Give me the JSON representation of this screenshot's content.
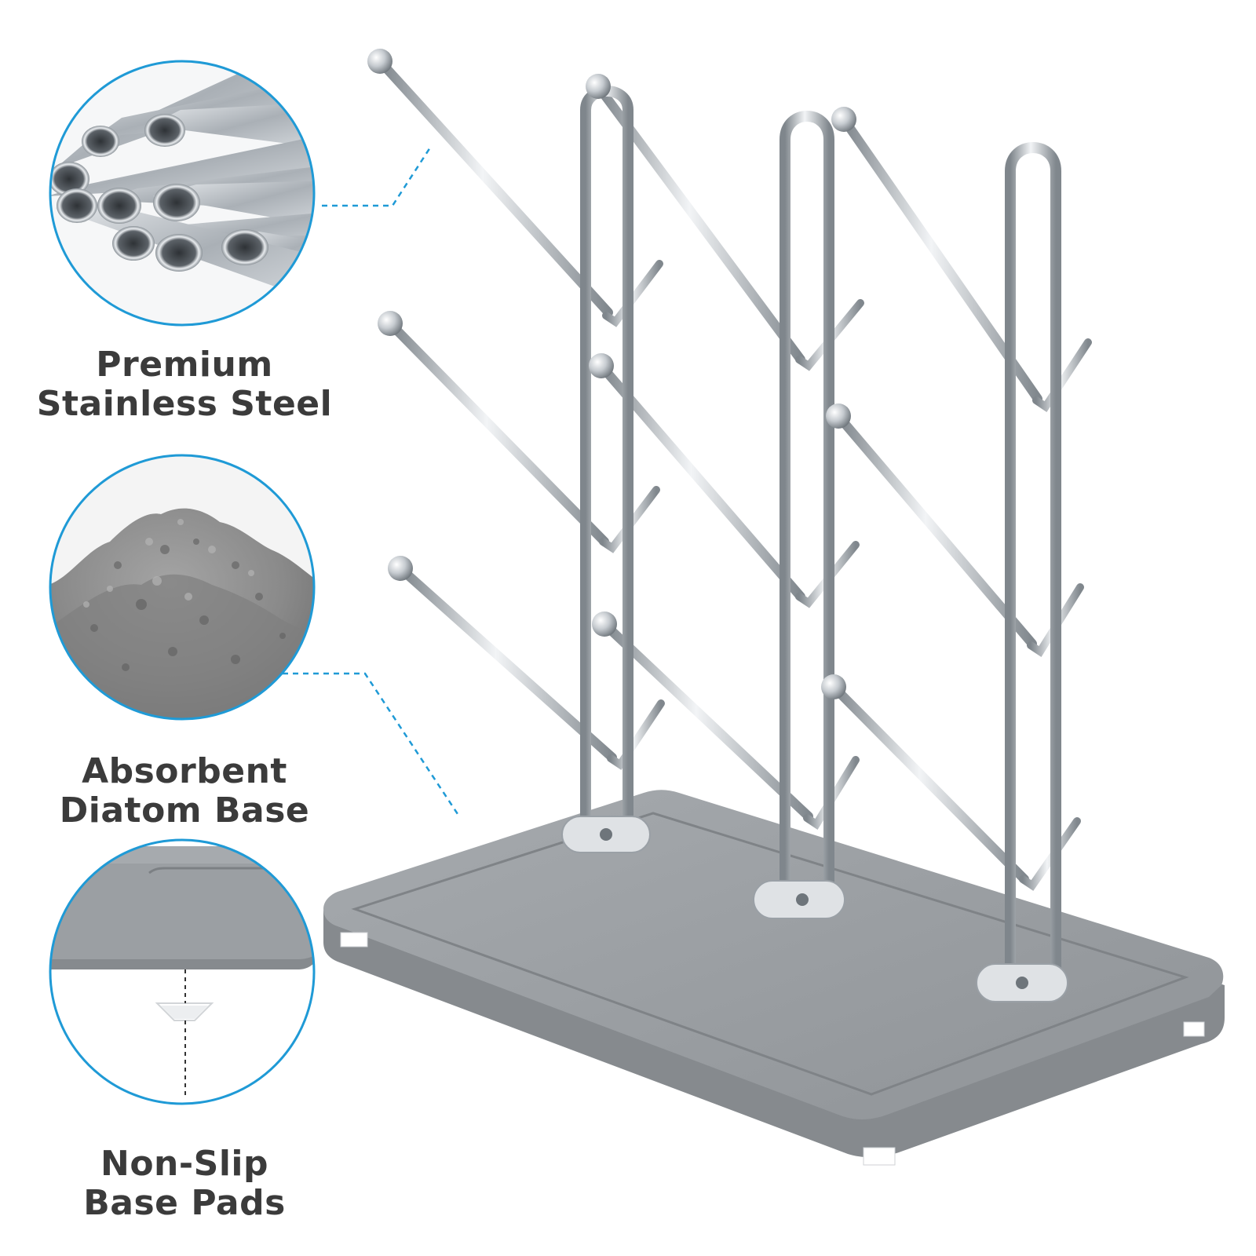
{
  "features": [
    {
      "line1": "Premium",
      "line2": "Stainless Steel",
      "icon": "steel-tubes-icon"
    },
    {
      "line1": "Absorbent",
      "line2": "Diatom Base",
      "icon": "diatom-powder-icon"
    },
    {
      "line1": "Non-Slip",
      "line2": "Base Pads",
      "icon": "base-pad-icon"
    }
  ],
  "colors": {
    "accent": "#1f9ad6",
    "label": "#3b3b3b",
    "steel": "#c9ced3",
    "steel_dark": "#8c939a",
    "base": "#9a9ea2",
    "base_edge": "#7d8286"
  }
}
